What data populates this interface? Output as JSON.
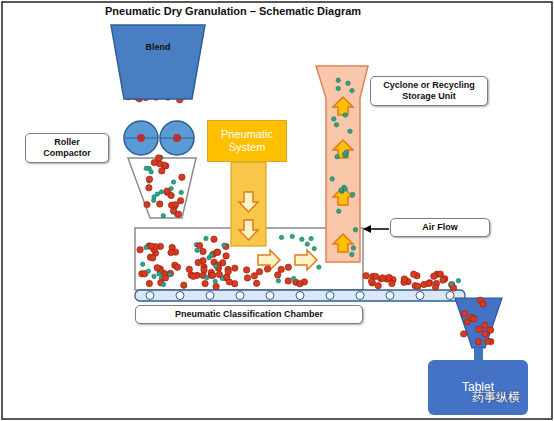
{
  "diagram": {
    "title": "Pneumatic Dry Granulation – Schematic Diagram",
    "nodes": [
      {
        "text": [
          "Blend"
        ]
      },
      {
        "text": [
          "Roller Compactor"
        ]
      },
      {
        "text": [
          "Pneumatic System"
        ]
      },
      {
        "text": [
          "Cyclone or Recycling Storage Unit"
        ]
      },
      {
        "text": [
          "Air Flow"
        ]
      },
      {
        "text": [
          "Pneumatic Classification Chamber"
        ]
      },
      {
        "text": [
          "Tablet"
        ]
      }
    ],
    "labels": [
      "药事纵横"
    ]
  }
}
